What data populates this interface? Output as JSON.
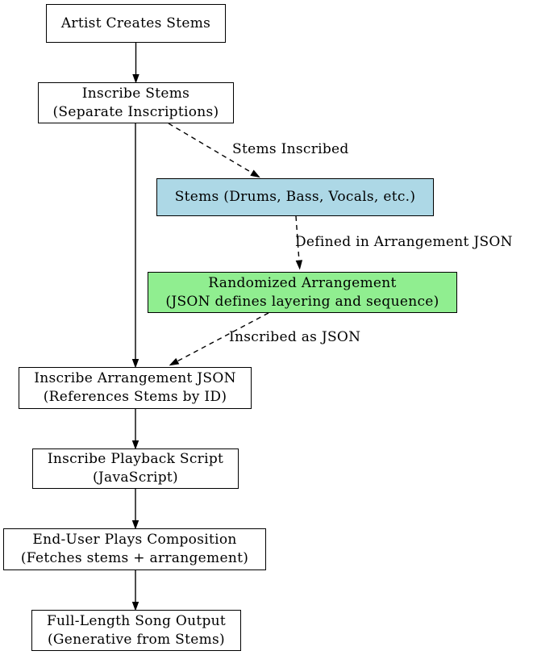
{
  "diagram": {
    "background": "#ffffff",
    "edge_color": "#000000",
    "node_border_color": "#000000",
    "nodes": {
      "artist": {
        "label": "Artist Creates Stems",
        "fill": "#ffffff"
      },
      "inscribe_stems": {
        "label": "Inscribe Stems\n(Separate Inscriptions)",
        "fill": "#ffffff"
      },
      "stems": {
        "label": "Stems (Drums, Bass, Vocals, etc.)",
        "fill": "#add8e6"
      },
      "randomized_arrangement": {
        "label": "Randomized Arrangement\n(JSON defines layering and sequence)",
        "fill": "#90ee90"
      },
      "inscribe_arrangement_json": {
        "label": "Inscribe Arrangement JSON\n(References Stems by ID)",
        "fill": "#ffffff"
      },
      "inscribe_playback_script": {
        "label": "Inscribe Playback Script\n(JavaScript)",
        "fill": "#ffffff"
      },
      "end_user_plays_composition": {
        "label": "End-User Plays Composition\n(Fetches stems + arrangement)",
        "fill": "#ffffff"
      },
      "full_length_song_output": {
        "label": "Full-Length Song Output\n(Generative from Stems)",
        "fill": "#ffffff"
      }
    },
    "edge_labels": {
      "stems_inscribed": "Stems Inscribed",
      "defined_in_arrangement_json": "Defined in Arrangement JSON",
      "inscribed_as_json": "Inscribed as JSON"
    }
  }
}
